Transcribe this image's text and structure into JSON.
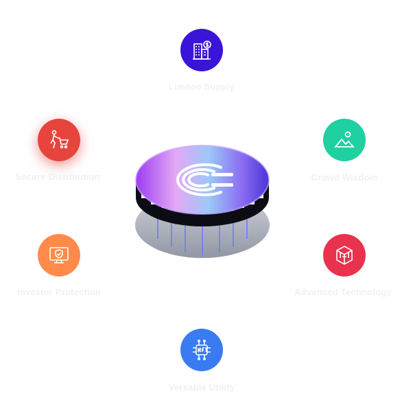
{
  "features": [
    {
      "id": "limited-supply",
      "label": "Limited Supply",
      "color": "#3a14d8",
      "icon": "building-dollar-icon"
    },
    {
      "id": "crowd-wisdom",
      "label": "Crowd Wisdom",
      "color": "#1fd0a0",
      "icon": "landscape-image-icon"
    },
    {
      "id": "advanced-technology",
      "label": "Advanced Technology",
      "color": "#e8324e",
      "icon": "hexagon-tech-icon"
    },
    {
      "id": "versatile-utility",
      "label": "Versatile Utility",
      "color": "#3b7bf2",
      "icon": "nft-chip-icon"
    },
    {
      "id": "investor-protection",
      "label": "Investor Protection",
      "color": "#ff8a4a",
      "icon": "monitor-shield-icon"
    },
    {
      "id": "secure-distribution",
      "label": "Secure Distribution",
      "color": "#e6443d",
      "icon": "person-cart-icon"
    }
  ],
  "center": {
    "icon": "coin-logo-icon"
  }
}
